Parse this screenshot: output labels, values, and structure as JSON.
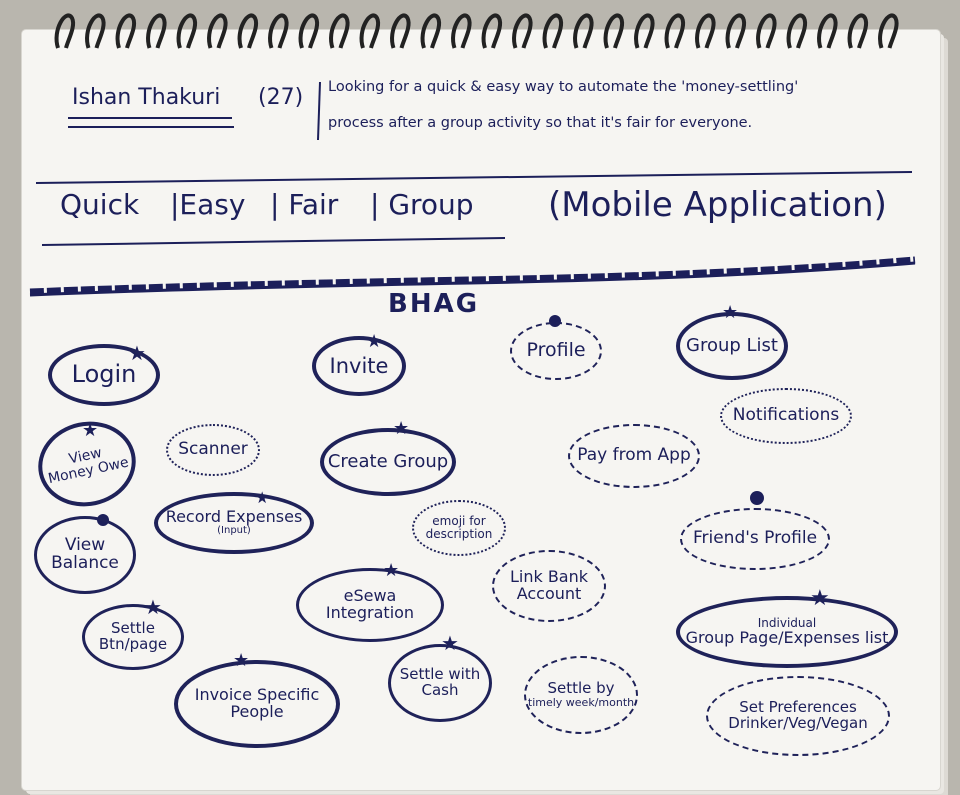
{
  "header": {
    "name": "Ishan Thakuri",
    "age": "(27)",
    "statement_line1": "Looking for a quick & easy way to automate the 'money-settling'",
    "statement_line2": "process after a group activity so that it's fair for everyone."
  },
  "keywords": {
    "k1": "Quick",
    "k2": "|Easy",
    "k3": "| Fair",
    "k4": "| Group",
    "platform": "(Mobile Application)"
  },
  "section_title": "BHAG",
  "bubbles": {
    "login": "Login",
    "invite": "Invite",
    "profile": "Profile",
    "group_list": "Group List",
    "notifications": "Notifications",
    "view_money_owe_1": "View",
    "view_money_owe_2": "Money Owe",
    "scanner": "Scanner",
    "create_group": "Create Group",
    "pay_from_app": "Pay from App",
    "record_expenses": "Record Expenses",
    "record_expenses_sub": "(Input)",
    "emoji_1": "emoji for",
    "emoji_2": "description",
    "friends_profile": "Friend's Profile",
    "view_balance_1": "View",
    "view_balance_2": "Balance",
    "link_bank_1": "Link Bank",
    "link_bank_2": "Account",
    "esewa_1": "eSewa",
    "esewa_2": "Integration",
    "settle_btn_1": "Settle",
    "settle_btn_2": "Btn/page",
    "individual_1": "Individual",
    "individual_2": "Group Page/Expenses list",
    "invoice_1": "Invoice Specific",
    "invoice_2": "People",
    "settle_cash_1": "Settle with",
    "settle_cash_2": "Cash",
    "settle_timely_1": "Settle by",
    "settle_timely_2": "timely week/month",
    "set_pref_1": "Set Preferences",
    "set_pref_2": "Drinker/Veg/Vegan"
  },
  "colors": {
    "ink": "#1c1f5a",
    "paper": "#f6f5f2",
    "background": "#b9b6ae"
  }
}
